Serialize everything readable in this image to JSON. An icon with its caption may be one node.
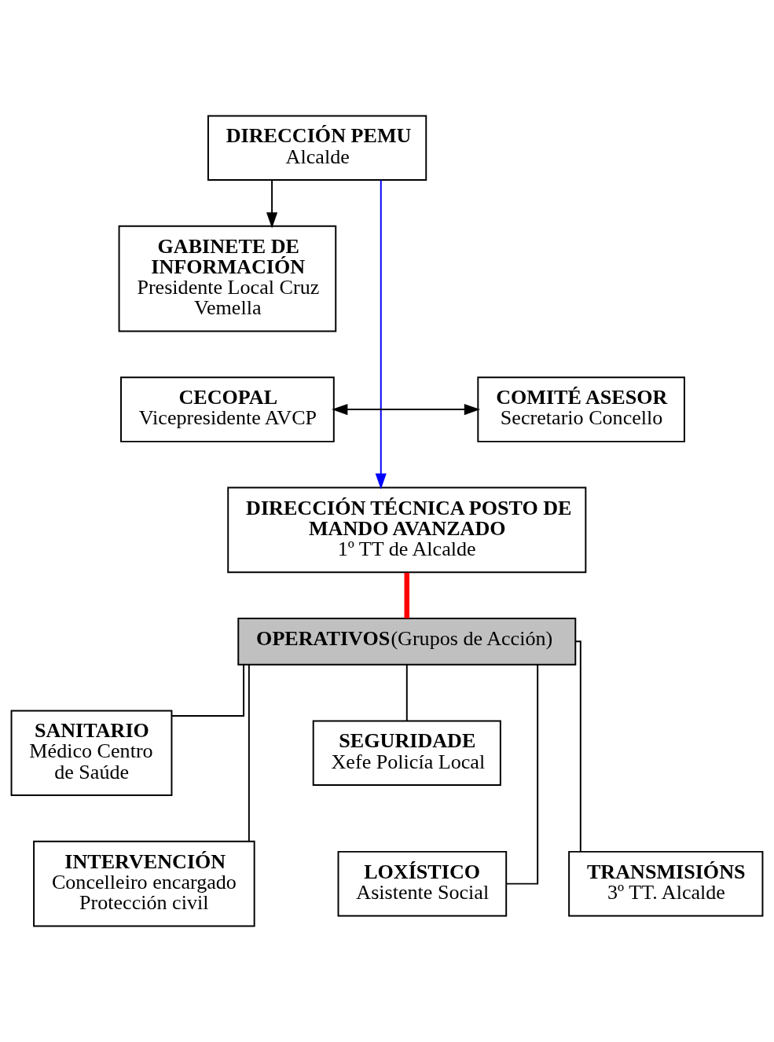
{
  "diagram": {
    "nodes": [
      {
        "text": [
          "DIRECCIÓN PEMU",
          "Alcalde"
        ]
      },
      {
        "text": [
          "GABINETE DE INFORMACIÓN",
          "Presidente Local Cruz Vemella"
        ]
      },
      {
        "text": [
          "CECOPAL",
          "Vicepresidente AVCP"
        ]
      },
      {
        "text": [
          "COMITÉ ASESOR",
          "Secretario Concello"
        ]
      },
      {
        "text": [
          "DIRECCIÓN TÉCNICA POSTO DE MANDO AVANZADO",
          "1º TT de Alcalde"
        ]
      },
      {
        "text": [
          "OPERATIVOS",
          "(Grupos de Acción)"
        ]
      },
      {
        "text": [
          "SANITARIO",
          "Médico Centro de Saúde"
        ]
      },
      {
        "text": [
          "SEGURIDADE",
          "Xefe Policía Local"
        ]
      },
      {
        "text": [
          "INTERVENCIÓN",
          "Concelleiro encargado Protección civil"
        ]
      },
      {
        "text": [
          "TRANSMISIÓNS",
          "3º TT. Alcalde"
        ]
      },
      {
        "text": [
          "LOXÍSTICO",
          "Asistente Social"
        ]
      }
    ],
    "edges": [
      {
        "from": 0,
        "to": 4,
        "arrow": "to",
        "color": "#0000ff"
      },
      {
        "from": 0,
        "to": 1,
        "arrow": "to"
      },
      {
        "from": 2,
        "to": 3,
        "arrow": "both"
      },
      {
        "from": 4,
        "to": 5,
        "arrow": "none",
        "style": "thick",
        "color": "#ff0000"
      },
      {
        "from": 5,
        "to": 6,
        "arrow": "none"
      },
      {
        "from": 5,
        "to": 7,
        "arrow": "none"
      },
      {
        "from": 5,
        "to": 8,
        "arrow": "none"
      },
      {
        "from": 5,
        "to": 9,
        "arrow": "none"
      },
      {
        "from": 5,
        "to": 10,
        "arrow": "none"
      }
    ]
  }
}
